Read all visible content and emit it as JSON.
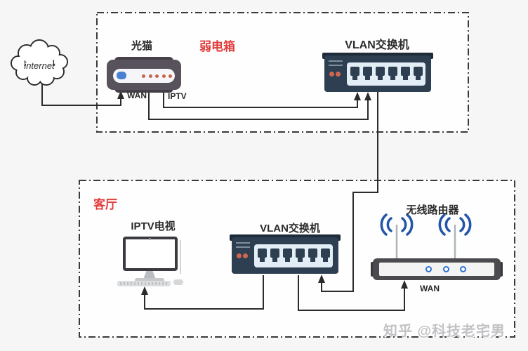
{
  "diagram": {
    "internet": {
      "label": "internet"
    },
    "zones": {
      "weak_box": {
        "label": "弱电箱"
      },
      "living_room": {
        "label": "客厅"
      }
    },
    "devices": {
      "modem": {
        "label": "光猫",
        "wan_port": "WAN",
        "iptv_port": "IPTV"
      },
      "switch_top": {
        "label": "VLAN交换机",
        "port_count": 6
      },
      "switch_bottom": {
        "label": "VLAN交换机",
        "port_count": 6
      },
      "tv": {
        "label": "IPTV电视"
      },
      "router": {
        "label": "无线路由器",
        "wan_port": "WAN",
        "antenna_count": 2
      }
    },
    "connections": [
      {
        "from": "internet",
        "to": "modem-wan"
      },
      {
        "from": "modem-iptv",
        "to": "switch-top-port1"
      },
      {
        "from": "modem-wan",
        "to": "switch-top-port2"
      },
      {
        "from": "switch-top-port3",
        "to": "switch-bottom-uplink"
      },
      {
        "from": "switch-bottom-port1",
        "to": "tv"
      },
      {
        "from": "switch-bottom-port2",
        "to": "router-wan"
      }
    ],
    "watermark": "知乎 @科技老宅男",
    "colors": {
      "zone_label_red": "#e23d3d",
      "switch_body_navy": "#2e3f51",
      "switch_panel": "#e2edf6",
      "indicator_orange": "#cf6750",
      "modem_body_gray": "#57525b",
      "led_blue": "#4a80d2",
      "router_dot_blue": "#2b6fd4",
      "wifi_blue": "#2356a8",
      "cable_line": "#2b2b2b"
    }
  }
}
